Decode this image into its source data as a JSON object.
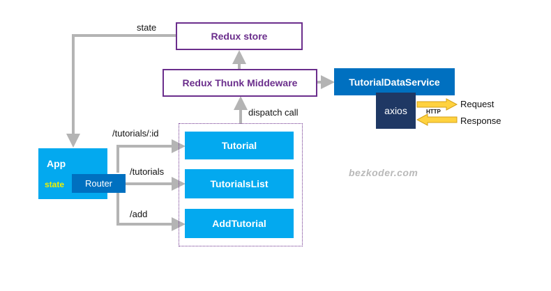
{
  "store": {
    "label": "Redux store"
  },
  "middleware": {
    "label": "Redux Thunk Middeware"
  },
  "service": {
    "label": "TutorialDataService"
  },
  "axios": {
    "label": "axios",
    "protocol": "HTTP",
    "request": "Request",
    "response": "Response"
  },
  "app": {
    "title": "App",
    "state": "state",
    "router": "Router"
  },
  "components": [
    "Tutorial",
    "TutorialsList",
    "AddTutorial"
  ],
  "routes": [
    "/tutorials/:id",
    "/tutorials",
    "/add"
  ],
  "edges": {
    "state": "state",
    "dispatch": "dispatch call"
  },
  "watermark": "bezkoder.com",
  "colors": {
    "purple": "#6b2e8c",
    "light_blue": "#03a9ef",
    "dark_blue": "#0070c0",
    "navy": "#1f3864",
    "arrow_gray": "#b4b4b4",
    "arrow_yellow": "#ffd23f",
    "state_yellow": "#f0f000"
  }
}
